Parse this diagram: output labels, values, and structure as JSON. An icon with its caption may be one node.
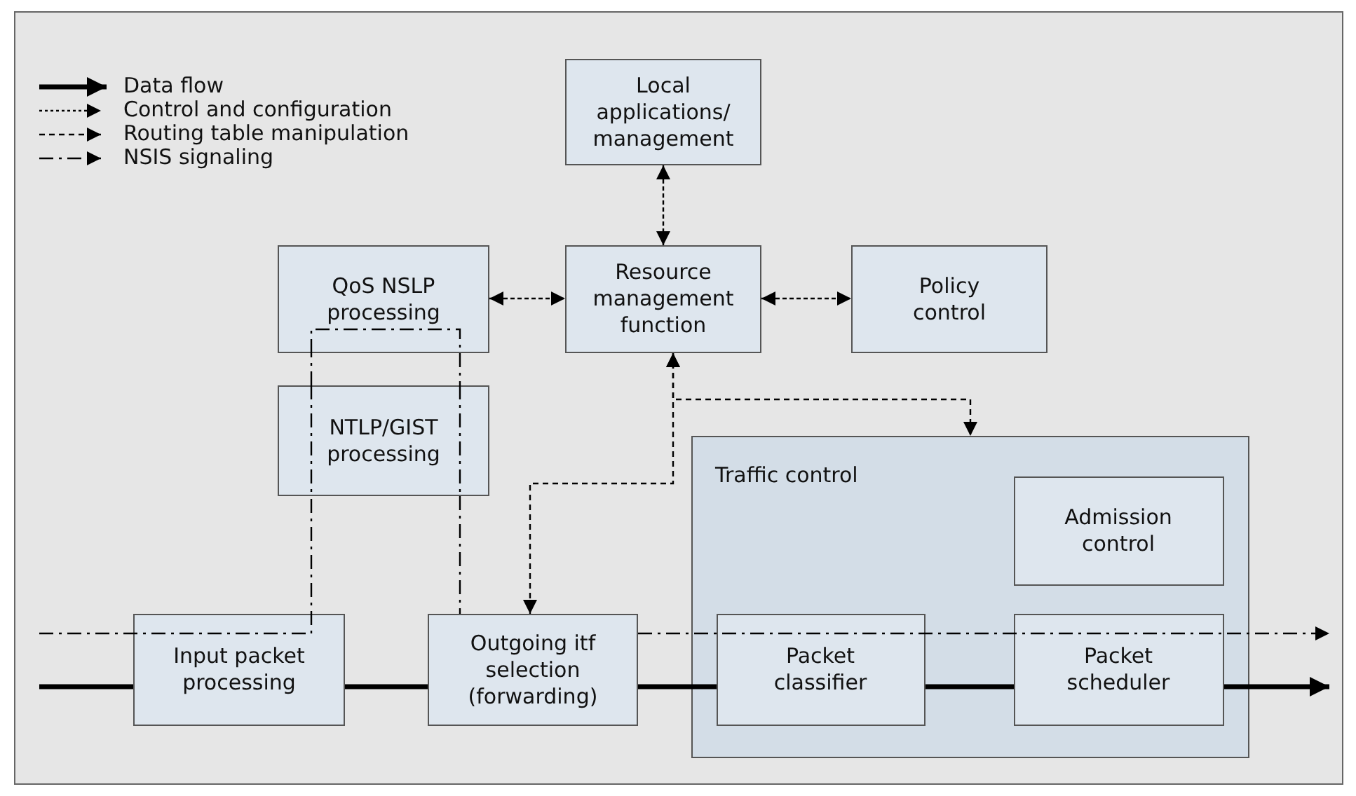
{
  "diagram": {
    "nodes": [
      {
        "text": [
          "Local applications/ management"
        ]
      },
      {
        "text": [
          "QoS NSLP processing"
        ]
      },
      {
        "text": [
          "Resource management function"
        ]
      },
      {
        "text": [
          "Policy control"
        ]
      },
      {
        "text": [
          "NTLP/GIST processing"
        ]
      },
      {
        "text": [
          "Traffic control"
        ]
      },
      {
        "text": [
          "Admission control"
        ],
        "in": 5
      },
      {
        "text": [
          "Input packet processing"
        ]
      },
      {
        "text": [
          "Outgoing itf selection (forwarding)"
        ]
      },
      {
        "text": [
          "Packet classifier"
        ],
        "in": 5
      },
      {
        "text": [
          "Packet scheduler"
        ],
        "in": 5
      }
    ],
    "edges": [
      {
        "from": 0,
        "to": 2,
        "arrow": "both",
        "style": "dashed"
      },
      {
        "from": 1,
        "to": 2,
        "arrow": "both",
        "style": "dashed"
      },
      {
        "from": 2,
        "to": 3,
        "arrow": "both",
        "style": "dashed"
      },
      {
        "from": 2,
        "to": 5,
        "arrow": "both",
        "style": "dashed"
      },
      {
        "from": 2,
        "to": 8,
        "arrow": "both",
        "style": "dashed"
      },
      {
        "from": null,
        "to": 7,
        "arrow": "none",
        "style": "thick"
      },
      {
        "from": 7,
        "to": 8,
        "arrow": "none",
        "style": "thick"
      },
      {
        "from": 8,
        "to": 9,
        "arrow": "none",
        "style": "thick"
      },
      {
        "from": 9,
        "to": 10,
        "arrow": "none",
        "style": "thick"
      },
      {
        "from": 10,
        "to": null,
        "arrow": "to",
        "style": "thick"
      },
      {
        "from": null,
        "to": 4,
        "arrow": "none",
        "style": "dashed"
      },
      {
        "from": 4,
        "to": 1,
        "arrow": "none",
        "style": "dashed"
      },
      {
        "from": 1,
        "to": 4,
        "arrow": "none",
        "style": "dashed"
      },
      {
        "from": 4,
        "to": 8,
        "arrow": "none",
        "style": "dashed"
      },
      {
        "from": 8,
        "to": null,
        "arrow": "to",
        "style": "dashed"
      }
    ],
    "legend": [
      {
        "text": "Data flow"
      },
      {
        "text": "Control and configuration"
      },
      {
        "text": "Routing table manipulation"
      },
      {
        "text": "NSIS signaling"
      }
    ]
  }
}
